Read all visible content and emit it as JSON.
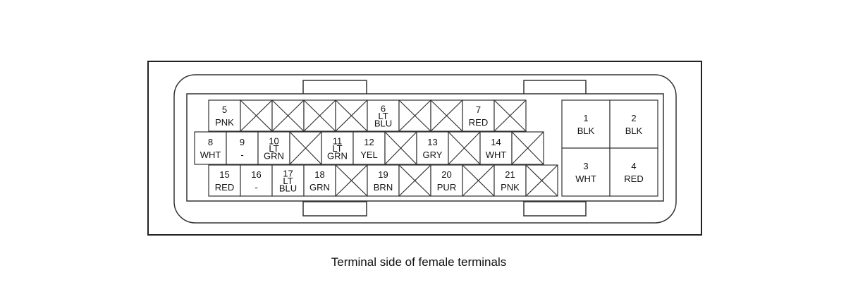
{
  "caption": "Terminal side of female terminals",
  "terminals": [
    {
      "id": "1",
      "num": "1",
      "color": "BLK",
      "cavity": "large"
    },
    {
      "id": "2",
      "num": "2",
      "color": "BLK",
      "cavity": "large"
    },
    {
      "id": "3",
      "num": "3",
      "color": "WHT",
      "cavity": "large"
    },
    {
      "id": "4",
      "num": "4",
      "color": "RED",
      "cavity": "large"
    },
    {
      "id": "5",
      "num": "5",
      "color": "PNK"
    },
    {
      "id": "6",
      "num": "6",
      "color": "LT BLU"
    },
    {
      "id": "7",
      "num": "7",
      "color": "RED"
    },
    {
      "id": "8",
      "num": "8",
      "color": "WHT"
    },
    {
      "id": "9",
      "num": "9",
      "color": "-"
    },
    {
      "id": "10",
      "num": "10",
      "color": "LT GRN"
    },
    {
      "id": "11",
      "num": "11",
      "color": "LT GRN"
    },
    {
      "id": "12",
      "num": "12",
      "color": "YEL"
    },
    {
      "id": "13",
      "num": "13",
      "color": "GRY"
    },
    {
      "id": "14",
      "num": "14",
      "color": "WHT"
    },
    {
      "id": "15",
      "num": "15",
      "color": "RED"
    },
    {
      "id": "16",
      "num": "16",
      "color": "-"
    },
    {
      "id": "17",
      "num": "17",
      "color": "LT BLU"
    },
    {
      "id": "18",
      "num": "18",
      "color": "GRN"
    },
    {
      "id": "19",
      "num": "19",
      "color": "BRN"
    },
    {
      "id": "20",
      "num": "20",
      "color": "PUR"
    },
    {
      "id": "21",
      "num": "21",
      "color": "PNK"
    }
  ],
  "empty_cavity_mark": "X"
}
